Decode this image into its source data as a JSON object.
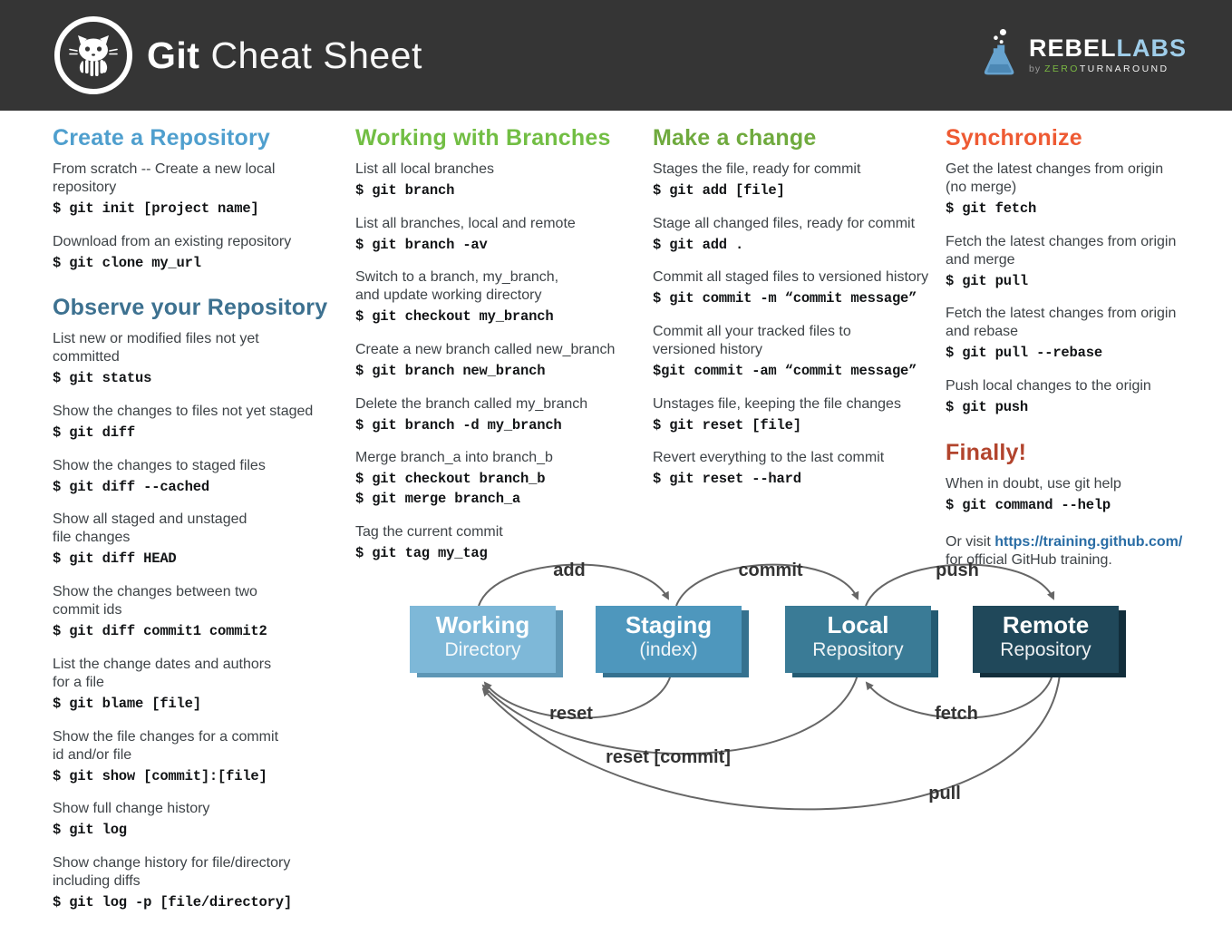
{
  "header": {
    "title_bold": "Git",
    "title_rest": "Cheat Sheet",
    "background": "#353535",
    "brand": {
      "rebel": "REBEL",
      "labs": "LABS",
      "by": "by",
      "zero": "ZERO",
      "turnaround": "TURNAROUND"
    }
  },
  "icons": {
    "github_logo": "github-octocat-logo-icon",
    "flask": "rebellabs-flask-icon"
  },
  "sections": [
    {
      "id": "create",
      "title": "Create a Repository",
      "color": "#4f9fce",
      "entries": [
        {
          "desc": "From scratch -- Create a new local\nrepository",
          "cmds": [
            "$ git init [project name]"
          ]
        },
        {
          "desc": "Download from an existing repository",
          "cmds": [
            "$ git clone my_url"
          ]
        }
      ]
    },
    {
      "id": "observe",
      "title": "Observe your Repository",
      "color": "#3d7190",
      "entries": [
        {
          "desc": "List new or modified files not yet\ncommitted",
          "cmds": [
            "$ git status"
          ]
        },
        {
          "desc": "Show the changes to files not yet staged",
          "cmds": [
            "$ git diff"
          ]
        },
        {
          "desc": "Show the changes to staged files",
          "cmds": [
            "$ git diff --cached"
          ]
        },
        {
          "desc": "Show all staged and unstaged\nfile changes",
          "cmds": [
            "$ git diff HEAD"
          ]
        },
        {
          "desc": "Show the changes between two\ncommit ids",
          "cmds": [
            "$ git diff commit1 commit2"
          ]
        },
        {
          "desc": "List the change dates and authors\nfor a file",
          "cmds": [
            "$ git blame [file]"
          ]
        },
        {
          "desc": "Show the file changes for a commit\nid and/or file",
          "cmds": [
            "$ git show [commit]:[file]"
          ]
        },
        {
          "desc": "Show full change history",
          "cmds": [
            "$ git log"
          ]
        },
        {
          "desc": "Show change history for file/directory\nincluding diffs",
          "cmds": [
            "$ git log -p [file/directory]"
          ]
        }
      ]
    },
    {
      "id": "branches",
      "title": "Working with Branches",
      "color": "#72be44",
      "entries": [
        {
          "desc": "List all local branches",
          "cmds": [
            "$ git branch"
          ]
        },
        {
          "desc": "List all branches, local and remote",
          "cmds": [
            "$ git branch -av"
          ]
        },
        {
          "desc": "Switch to a branch, my_branch,\nand update working directory",
          "cmds": [
            "$ git checkout my_branch"
          ]
        },
        {
          "desc": "Create a new branch called new_branch",
          "cmds": [
            "$ git branch new_branch"
          ]
        },
        {
          "desc": "Delete the branch called my_branch",
          "cmds": [
            "$ git branch -d my_branch"
          ]
        },
        {
          "desc": "Merge branch_a into branch_b",
          "cmds": [
            "$ git checkout branch_b",
            "$ git merge branch_a"
          ]
        },
        {
          "desc": "Tag the current commit",
          "cmds": [
            "$ git tag my_tag"
          ]
        }
      ]
    },
    {
      "id": "change",
      "title": "Make a change",
      "color": "#6faa3e",
      "entries": [
        {
          "desc": "Stages the file, ready for commit",
          "cmds": [
            "$ git add [file]"
          ]
        },
        {
          "desc": "Stage all changed files, ready for commit",
          "cmds": [
            "$ git add ."
          ]
        },
        {
          "desc": "Commit all staged files to versioned history",
          "cmds": [
            "$ git commit -m “commit message”"
          ]
        },
        {
          "desc": "Commit all your tracked files to\nversioned history",
          "cmds": [
            "$git commit -am “commit message”"
          ]
        },
        {
          "desc": "Unstages file, keeping the file changes",
          "cmds": [
            "$ git reset [file]"
          ]
        },
        {
          "desc": "Revert everything to the last commit",
          "cmds": [
            "$ git reset --hard"
          ]
        }
      ]
    },
    {
      "id": "sync",
      "title": "Synchronize",
      "color": "#ee5a33",
      "entries": [
        {
          "desc": "Get the latest changes from origin\n(no merge)",
          "cmds": [
            "$ git fetch"
          ]
        },
        {
          "desc": "Fetch the latest changes from origin\nand merge",
          "cmds": [
            "$ git pull"
          ]
        },
        {
          "desc": "Fetch the latest changes from origin\nand rebase",
          "cmds": [
            "$ git pull --rebase"
          ]
        },
        {
          "desc": "Push local changes to the origin",
          "cmds": [
            "$ git push"
          ]
        }
      ]
    },
    {
      "id": "finally",
      "title": "Finally!",
      "color": "#b2442d",
      "entries": [
        {
          "desc": "When in doubt, use git help",
          "cmds": [
            "$ git command --help"
          ]
        }
      ],
      "footer": {
        "prefix": "Or visit ",
        "link": "https://training.github.com/",
        "link_color": "#2a6da5",
        "suffix": "for official GitHub training."
      }
    }
  ],
  "diagram": {
    "boxes": [
      {
        "id": "working",
        "title": "Working",
        "subtitle": "Directory",
        "color": "#7eb8d8",
        "shadow": "#5d96b5"
      },
      {
        "id": "staging",
        "title": "Staging",
        "subtitle": "(index)",
        "color": "#4e97bd",
        "shadow": "#35718f"
      },
      {
        "id": "local",
        "title": "Local",
        "subtitle": "Repository",
        "color": "#3a7b96",
        "shadow": "#235a72"
      },
      {
        "id": "remote",
        "title": "Remote",
        "subtitle": "Repository",
        "color": "#20485a",
        "shadow": "#122e3b"
      }
    ],
    "arrows": [
      {
        "id": "add",
        "label": "add"
      },
      {
        "id": "commit",
        "label": "commit"
      },
      {
        "id": "push",
        "label": "push"
      },
      {
        "id": "reset",
        "label": "reset"
      },
      {
        "id": "fetch",
        "label": "fetch"
      },
      {
        "id": "reset-commit",
        "label": "reset [commit]"
      },
      {
        "id": "pull",
        "label": "pull"
      }
    ],
    "arrow_color": "#666666"
  }
}
